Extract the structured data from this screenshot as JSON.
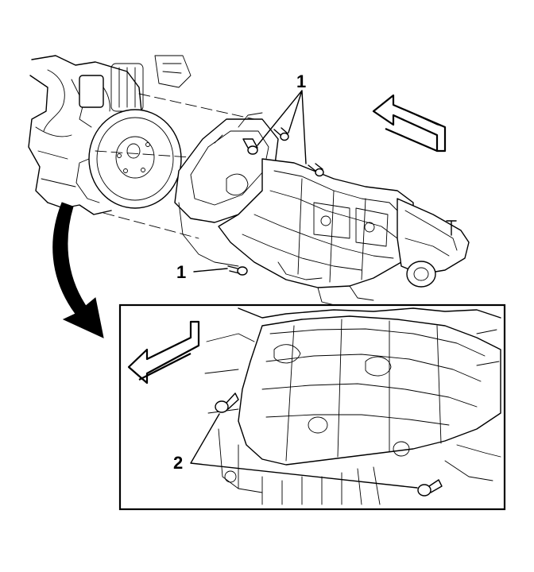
{
  "callouts": {
    "top_bolts": "1",
    "lower_bolt": "1",
    "detail_bolts": "2"
  },
  "icons": {
    "direction_arrow_main": "double-outline-arrow-left",
    "direction_arrow_detail": "double-outline-arrow-left",
    "zoom_arrow": "curved-arrow-down"
  },
  "colors": {
    "ink": "#000000",
    "paper": "#ffffff"
  }
}
